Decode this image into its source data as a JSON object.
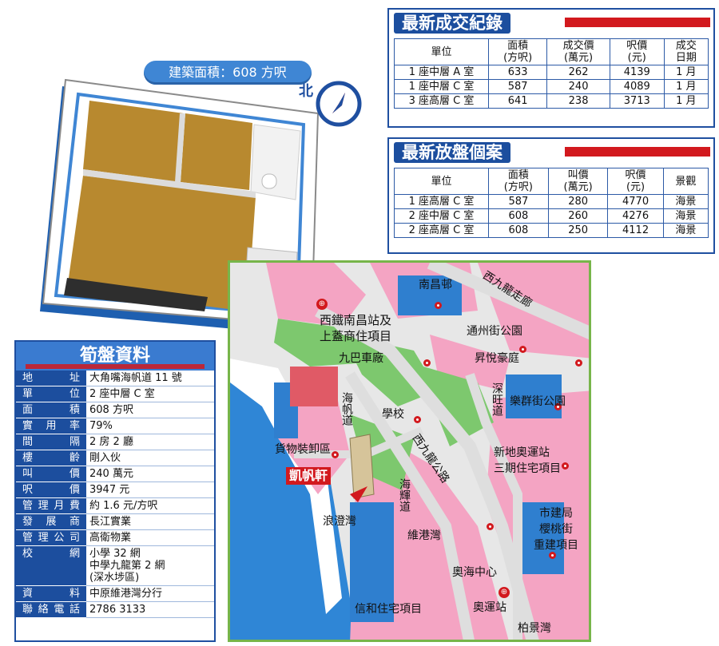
{
  "recent_transactions": {
    "title": "最新成交紀錄",
    "headers": [
      "單位",
      "面積\n(方呎)",
      "成交價\n(萬元)",
      "呎價\n(元)",
      "成交\n日期"
    ],
    "rows": [
      [
        "1 座中層 A 室",
        "633",
        "262",
        "4139",
        "1 月"
      ],
      [
        "1 座中層 C 室",
        "587",
        "240",
        "4089",
        "1 月"
      ],
      [
        "3 座高層 C 室",
        "641",
        "238",
        "3713",
        "1 月"
      ]
    ]
  },
  "new_listings": {
    "title": "最新放盤個案",
    "headers": [
      "單位",
      "面積\n(方呎)",
      "叫價\n(萬元)",
      "呎價\n(元)",
      "景觀"
    ],
    "rows": [
      [
        "1 座高層 C 室",
        "587",
        "280",
        "4770",
        "海景"
      ],
      [
        "2 座中層 C 室",
        "608",
        "260",
        "4276",
        "海景"
      ],
      [
        "2 座高層 C 室",
        "608",
        "250",
        "4112",
        "海景"
      ]
    ]
  },
  "floor_plan": {
    "area_label": "建築面積：608 方呎",
    "north_label": "北"
  },
  "facts": {
    "title": "筍盤資料",
    "rows": [
      {
        "key": "地址",
        "value": "大角嘴海帆道 11 號"
      },
      {
        "key": "單位",
        "value": "2 座中層 C 室"
      },
      {
        "key": "面積",
        "value": "608 方呎"
      },
      {
        "key": "實用率",
        "value": "79%"
      },
      {
        "key": "間隔",
        "value": "2 房 2 廳"
      },
      {
        "key": "樓齡",
        "value": "剛入伙"
      },
      {
        "key": "叫價",
        "value": "240 萬元"
      },
      {
        "key": "呎價",
        "value": "3947 元"
      },
      {
        "key": "管理月費",
        "value": "約 1.6 元/方呎"
      },
      {
        "key": "發展商",
        "value": "長江實業"
      },
      {
        "key": "管理公司",
        "value": "高衛物業"
      },
      {
        "key": "校網",
        "value": "小學 32 網\n中學九龍第 2 網\n(深水埗區)"
      },
      {
        "key": "資料",
        "value": "中原維港灣分行"
      },
      {
        "key": "聯絡電話",
        "value": "2786 3133"
      }
    ]
  },
  "map": {
    "labels": {
      "nam_cheong_estate": "南昌邨",
      "west_kowloon_corridor": "西九龍走廊",
      "nam_cheong_station": "西鐵南昌站及\n上蓋商住項目",
      "tung_chau_park": "通州街公園",
      "kmb_depot": "九巴車廠",
      "harbour_green": "昇悅豪庭",
      "hoi_fan_road": "海帆道",
      "school": "學校",
      "sham_mong_road": "深旺道",
      "lok_kwan_park": "樂群街公園",
      "cargo_area": "貨物裝卸區",
      "west_kowloon_highway": "西九龍公路",
      "shkp_olympic": "新地奧運站\n三期住宅項目",
      "subject": "凱帆軒",
      "hoi_wang_road": "海輝道",
      "ura_cherry_street": "市建局\n櫻桃街\n重建項目",
      "the_waterfront": "浪澄灣",
      "the_victoria_harbour": "維港灣",
      "olympian_city": "奧海中心",
      "sino_project": "信和住宅項目",
      "olympic_station": "奧運站",
      "park_avenue": "柏景灣"
    }
  },
  "colors": {
    "navy": "#1c4e9e",
    "red": "#d2191e",
    "map_pink": "#f4a4c3",
    "map_blue": "#2f7fcf",
    "map_green": "#7dc86e",
    "sea": "#2f86d6"
  }
}
